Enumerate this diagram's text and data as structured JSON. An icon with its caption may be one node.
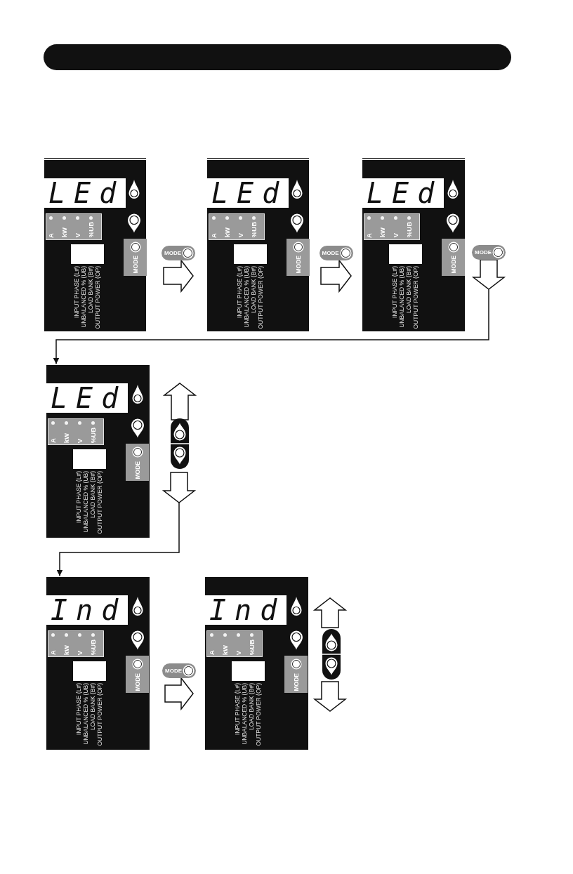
{
  "diagram": {
    "nodes": [
      {
        "text": [],
        "shape": "bar"
      },
      {
        "text": [
          "INPUT PHASE (L#)",
          "UNBALANCED % (UB)",
          "LOAD BANK (B#)",
          "OUTPUT POWER (OP)"
        ]
      },
      {
        "text": [
          "LEd"
        ],
        "in": 1
      },
      {
        "text": [
          "A",
          "kW",
          "V",
          "%UB"
        ],
        "in": 1
      },
      {
        "text": [
          "MODE"
        ],
        "in": 1
      },
      {
        "text": [
          "INPUT PHASE (L#)",
          "UNBALANCED % (UB)",
          "LOAD BANK (B#)",
          "OUTPUT POWER (OP)"
        ]
      },
      {
        "text": [
          "LEd"
        ],
        "in": 5
      },
      {
        "text": [
          "A",
          "kW",
          "V",
          "%UB"
        ],
        "in": 5
      },
      {
        "text": [
          "MODE"
        ],
        "in": 5
      },
      {
        "text": [
          "INPUT PHASE (L#)",
          "UNBALANCED % (UB)",
          "LOAD BANK (B#)",
          "OUTPUT POWER (OP)"
        ]
      },
      {
        "text": [
          "LEd"
        ],
        "in": 9
      },
      {
        "text": [
          "A",
          "kW",
          "V",
          "%UB"
        ],
        "in": 9
      },
      {
        "text": [
          "MODE"
        ],
        "in": 9
      },
      {
        "text": [
          "INPUT PHASE (L#)",
          "UNBALANCED % (UB)",
          "LOAD BANK (B#)",
          "OUTPUT POWER (OP)"
        ]
      },
      {
        "text": [
          "LEd"
        ],
        "in": 13
      },
      {
        "text": [
          "A",
          "kW",
          "V",
          "%UB"
        ],
        "in": 13
      },
      {
        "text": [
          "MODE"
        ],
        "in": 13
      },
      {
        "text": [
          "INPUT PHASE (L#)",
          "UNBALANCED % (UB)",
          "LOAD BANK (B#)",
          "OUTPUT POWER (OP)"
        ]
      },
      {
        "text": [
          "Ind"
        ],
        "in": 17
      },
      {
        "text": [
          "A",
          "kW",
          "V",
          "%UB"
        ],
        "in": 17
      },
      {
        "text": [
          "MODE"
        ],
        "in": 17
      },
      {
        "text": [
          "INPUT PHASE (L#)",
          "UNBALANCED % (UB)",
          "LOAD BANK (B#)",
          "OUTPUT POWER (OP)"
        ]
      },
      {
        "text": [
          "Ind"
        ],
        "in": 21
      },
      {
        "text": [
          "A",
          "kW",
          "V",
          "%UB"
        ],
        "in": 21
      },
      {
        "text": [
          "MODE"
        ],
        "in": 21
      }
    ],
    "edges": [
      {
        "from": 1,
        "to": 5,
        "arrow": "to",
        "label": "MODE"
      },
      {
        "from": 5,
        "to": 9,
        "arrow": "to",
        "label": "MODE"
      },
      {
        "from": 9,
        "to": 13,
        "arrow": "to",
        "label": "MODE"
      },
      {
        "from": 13,
        "to": null,
        "arrow": "to"
      },
      {
        "from": 13,
        "to": 17,
        "arrow": "to"
      },
      {
        "from": 17,
        "to": 21,
        "arrow": "to",
        "label": "MODE"
      },
      {
        "from": 21,
        "to": null,
        "arrow": "to"
      },
      {
        "from": 21,
        "to": null,
        "arrow": "to"
      }
    ]
  }
}
